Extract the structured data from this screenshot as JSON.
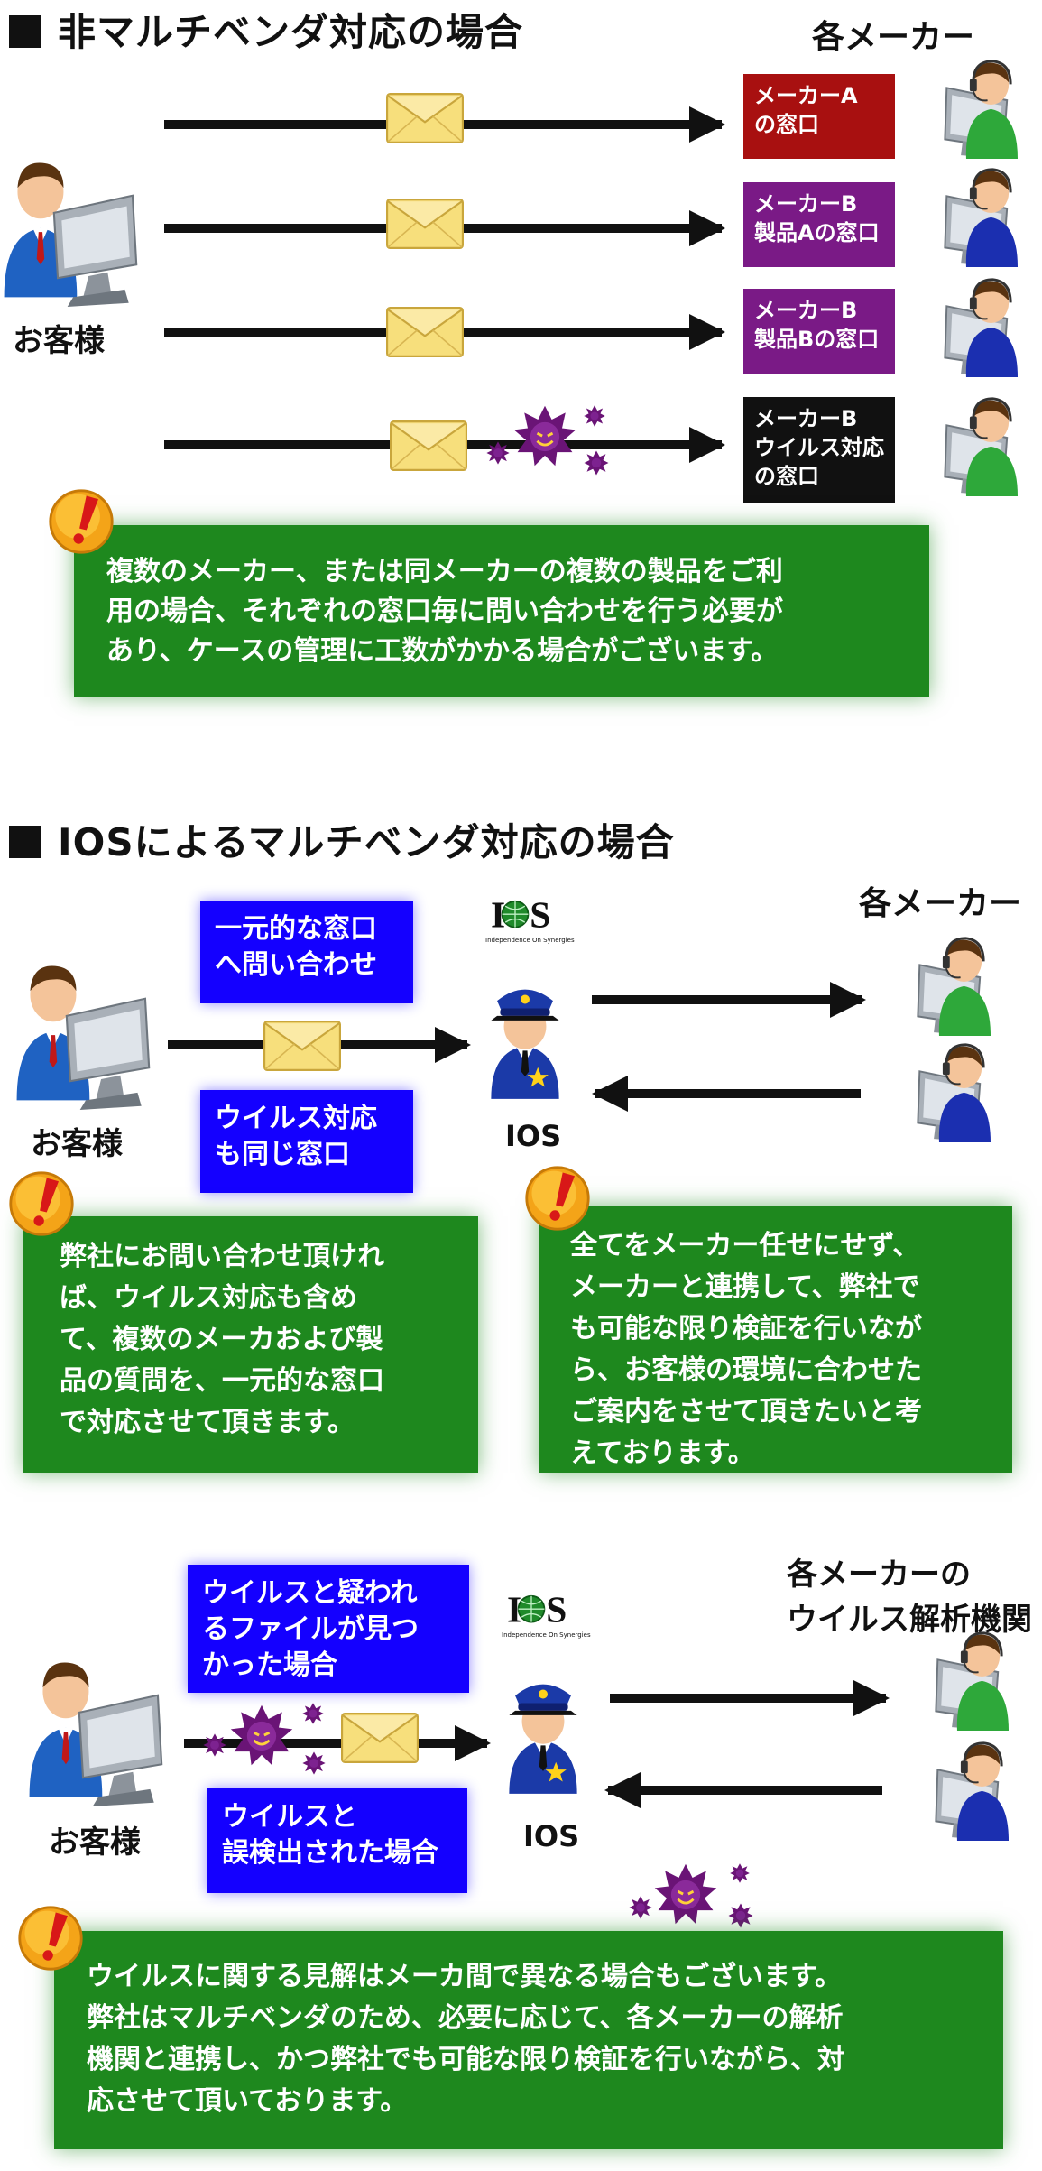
{
  "section1": {
    "title": "非マルチベンダ対応の場合",
    "makers_label": "各メーカー",
    "customer_label": "お客様",
    "vendors": [
      {
        "text": "メーカーA\nの窓口",
        "color": "#a81010"
      },
      {
        "text": "メーカーB\n製品Aの窓口",
        "color": "#7a1a86"
      },
      {
        "text": "メーカーB\n製品Bの窓口",
        "color": "#7a1a86"
      },
      {
        "text": "メーカーB\nウイルス対応\nの窓口",
        "color": "#111111"
      }
    ],
    "note": "複数のメーカー、または同メーカーの複数の製品をご利\n用の場合、それぞれの窓口毎に問い合わせを行う必要が\nあり、ケースの管理に工数がかかる場合がございます。"
  },
  "section2": {
    "title": "IOSによるマルチベンダ対応の場合",
    "makers_label": "各メーカー",
    "customer_label": "お客様",
    "ios_label": "IOS",
    "logo_text": "IOS",
    "logo_sub": "Independence On Synergies",
    "box_top": "一元的な窓口\nへ問い合わせ",
    "box_bottom": "ウイルス対応\nも同じ窓口",
    "note_left": "弊社にお問い合わせ頂けれ\nば、ウイルス対応も含め\nて、複数のメーカおよび製\n品の質問を、一元的な窓口\nで対応させて頂きます。",
    "note_right": "全てをメーカー任せにせず、\nメーカーと連携して、弊社で\nも可能な限り検証を行いなが\nら、お客様の環境に合わせた\nご案内をさせて頂きたいと考\nえております。"
  },
  "section3": {
    "makers_label": "各メーカーの\nウイルス解析機関",
    "customer_label": "お客様",
    "ios_label": "IOS",
    "logo_text": "IOS",
    "logo_sub": "Independence On Synergies",
    "box_top": "ウイルスと疑われ\nるファイルが見つ\nかった場合",
    "box_bottom": "ウイルスと\n誤検出された場合",
    "note": "ウイルスに関する見解はメーカ間で異なる場合もございます。\n弊社はマルチベンダのため、必要に応じて、各メーカーの解析\n機関と連携し、かつ弊社でも可能な限り検証を行いながら、対\n応させて頂いております。"
  },
  "colors": {
    "note_green": "#1e881e",
    "box_blue": "#1400ff",
    "virus_purple": "#6a1476",
    "envelope": "#f6df7a",
    "alert_orange": "#f4a418"
  }
}
